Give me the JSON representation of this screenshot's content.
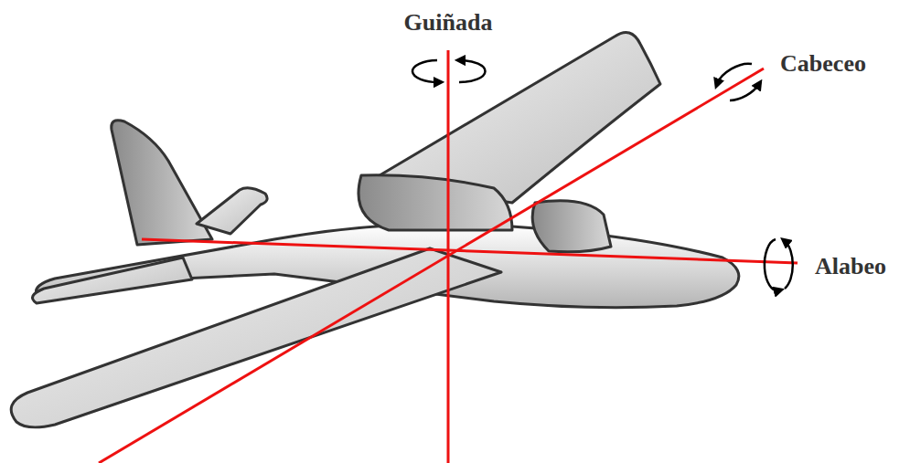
{
  "diagram": {
    "labels": [
      "Guiñada",
      "Cabeceo",
      "Alabeo"
    ]
  }
}
